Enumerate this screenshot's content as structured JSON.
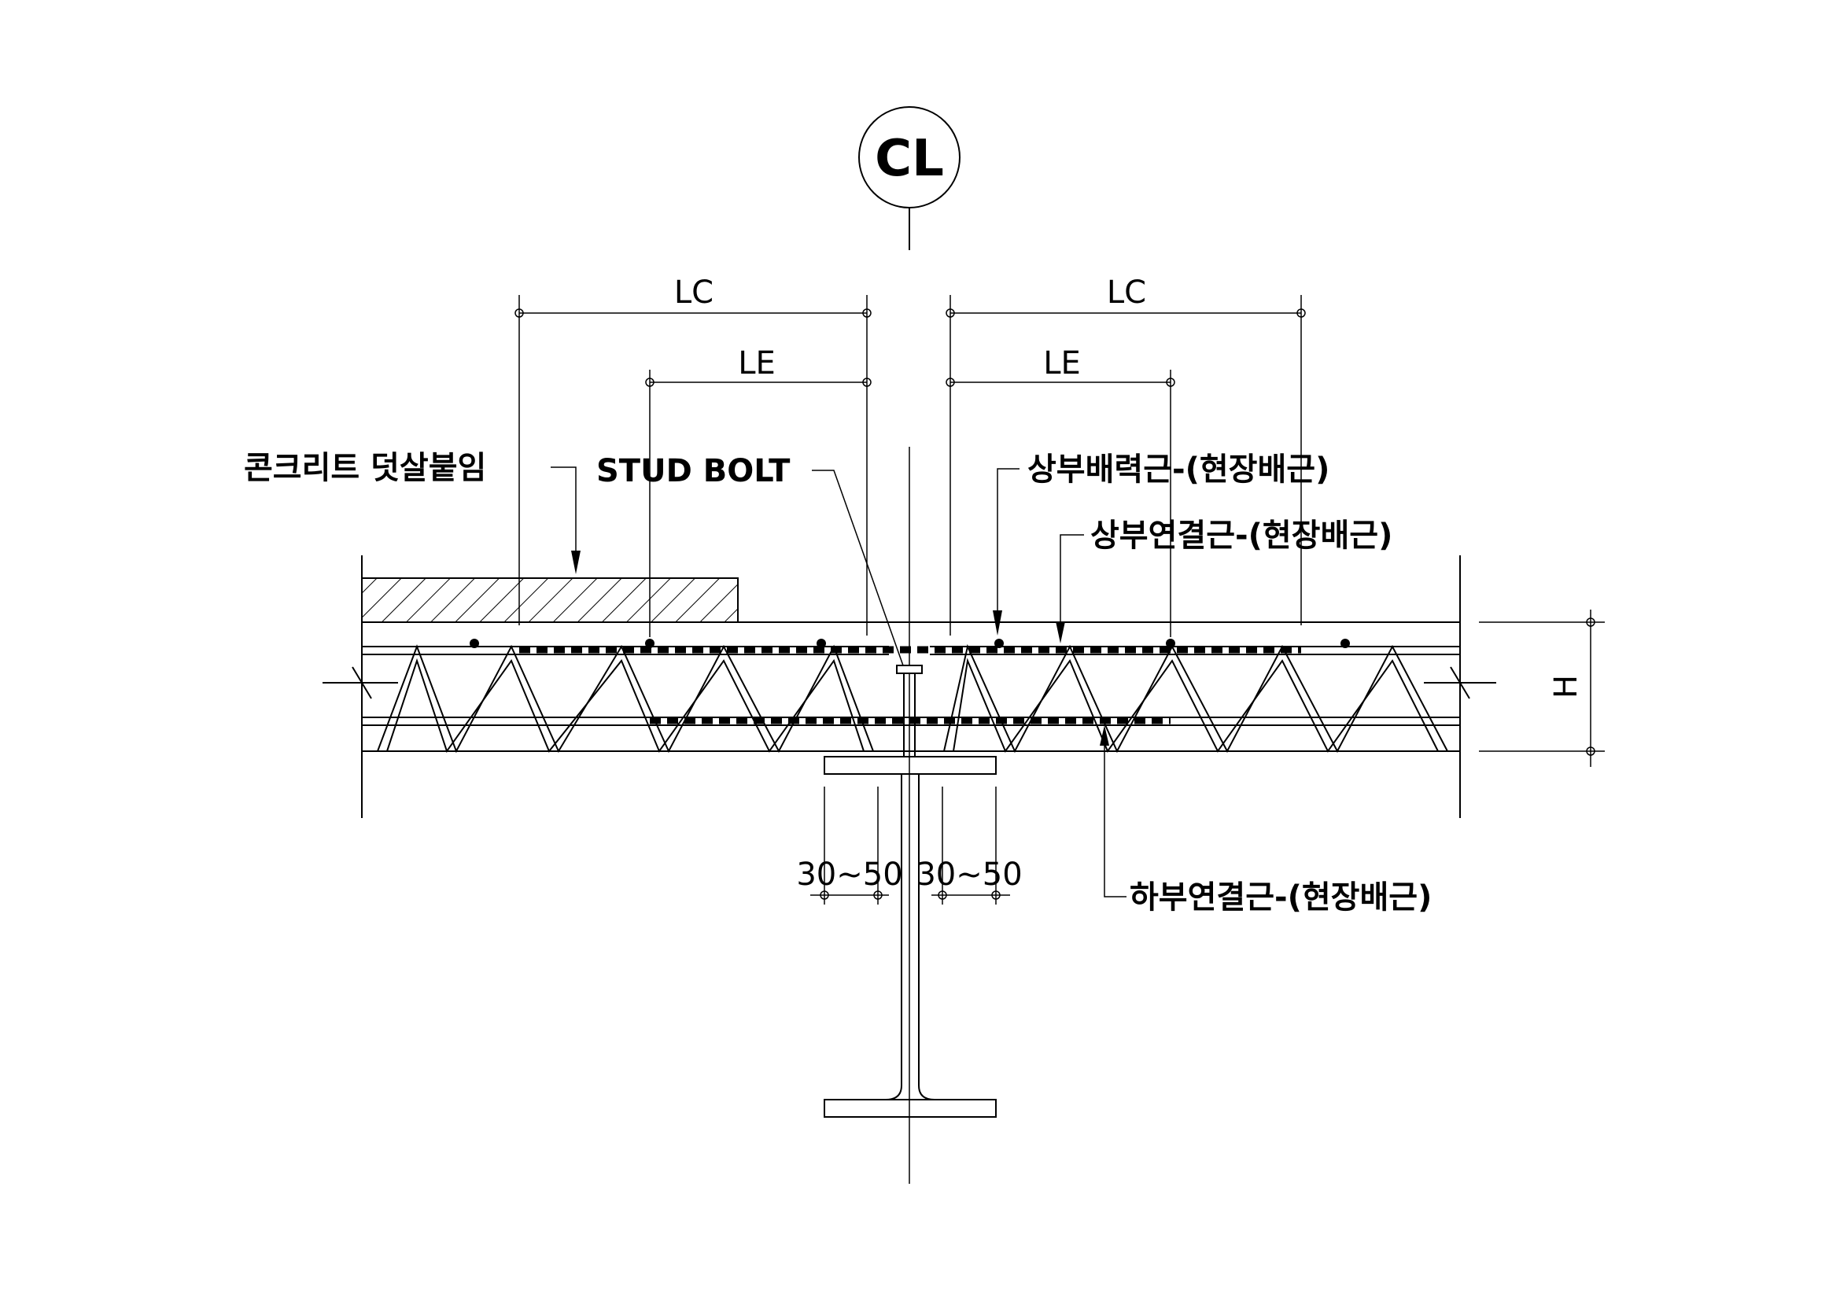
{
  "centerline_symbol": "CL",
  "dimensions": {
    "lc_left": "LC",
    "le_left": "LE",
    "lc_right": "LC",
    "le_right": "LE",
    "height": "H",
    "gap_left": "30~50",
    "gap_right": "30~50"
  },
  "labels": {
    "concrete_topping": "콘크리트 덧살붙임",
    "stud_bolt": "STUD BOLT",
    "upper_distribution_bar": "상부배력근-(현장배근)",
    "upper_connection_bar": "상부연결근-(현장배근)",
    "lower_connection_bar": "하부연결근-(현장배근)"
  }
}
